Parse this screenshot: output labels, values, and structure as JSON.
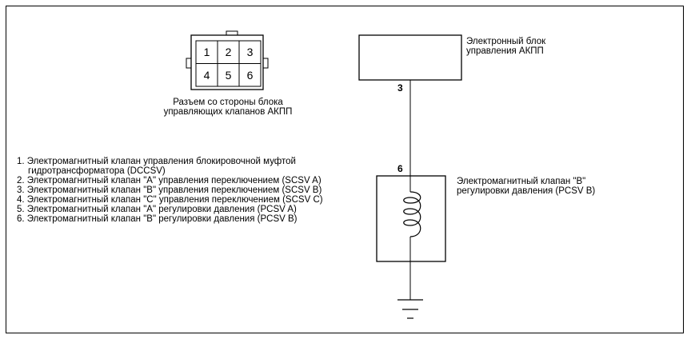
{
  "connector": {
    "pins_top": [
      "1",
      "2",
      "3"
    ],
    "pins_bottom": [
      "4",
      "5",
      "6"
    ],
    "caption": [
      "Разъем со стороны блока",
      "управляющих клапанов АКПП"
    ]
  },
  "ecu": {
    "label": [
      "Электронный блок",
      "управления АКПП"
    ],
    "terminal": "3"
  },
  "solenoid": {
    "label": [
      "Электромагнитный клапан \"B\"",
      "регулировки давления (PCSV B)"
    ],
    "terminal": "6"
  },
  "legend": [
    "1. Электромагнитный клапан управления блокировочной муфтой",
    "    гидротрансформатора (DCCSV)",
    "2. Электромагнитный клапан \"A\" управления переключением (SCSV A)",
    "3. Электромагнитный клапан \"B\" управления переключением (SCSV B)",
    "4. Электромагнитный клапан \"C\" управления переключением (SCSV C)",
    "5. Электромагнитный клапан \"A\" регулировки давления (PCSV A)",
    "6. Электромагнитный клапан \"B\" регулировки давления (PCSV B)"
  ]
}
